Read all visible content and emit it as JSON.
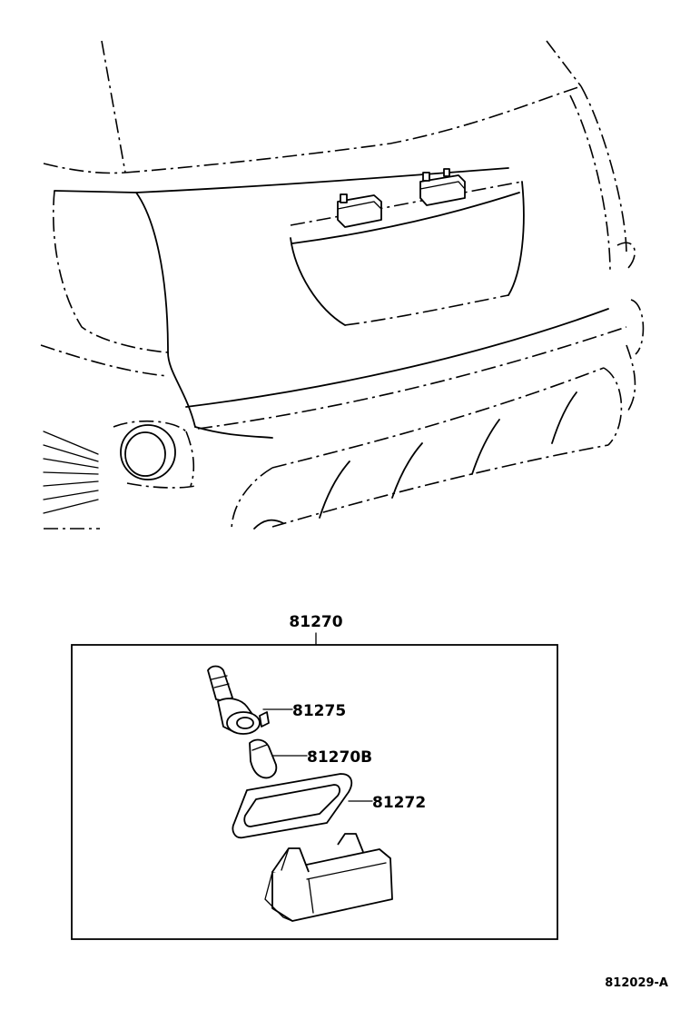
{
  "diagram": {
    "assembly_label": "81270",
    "parts": [
      {
        "id": "bulb",
        "number": "81275"
      },
      {
        "id": "socket",
        "number": "81270B"
      },
      {
        "id": "gasket",
        "number": "81272"
      }
    ],
    "reference_code": "812029-A"
  }
}
